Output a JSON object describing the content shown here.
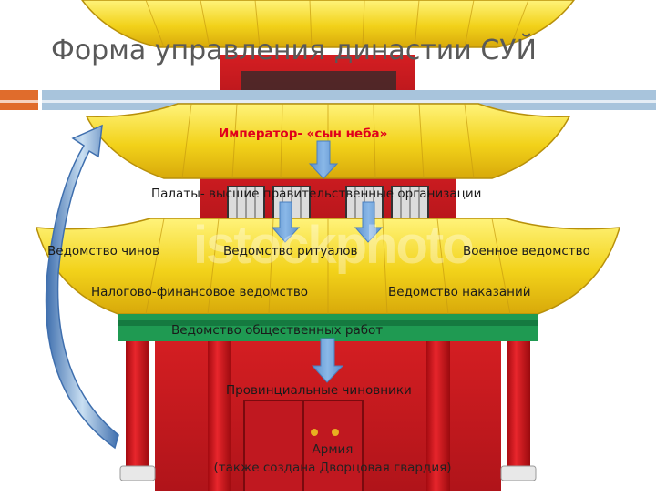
{
  "title": "Форма управления династии СУЙ",
  "watermark": "istockphoto",
  "nodes": {
    "emperor": "Император- «сын неба»",
    "chambers": "Палаты- высшие правительственные организации",
    "ministry_ranks": "Ведомство чинов",
    "ministry_rites": "Ведомство ритуалов",
    "ministry_military": "Военное ведомство",
    "ministry_finance": "Налогово-финансовое ведомство",
    "ministry_punishments": "Ведомство наказаний",
    "ministry_works": "Ведомство общественных работ",
    "provincial": "Провинциальные чиновники",
    "army": "Армия",
    "guard": "(также создана Дворцовая гвардия)"
  },
  "colors": {
    "title_text": "#595959",
    "accent_orange": "#e06c2c",
    "header_blue": "#a8c4dc",
    "roof_yellow": "#f2d21a",
    "column_red": "#d4141c",
    "arrow_blue": "#6a9fd6",
    "emperor_red": "#e0001b"
  }
}
